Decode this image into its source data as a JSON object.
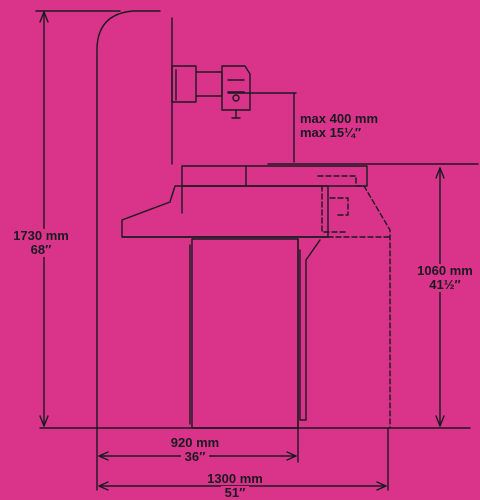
{
  "colors": {
    "background": "#d9338a",
    "ink": "#1a1a22"
  },
  "dimensions": {
    "total_height": {
      "metric": "1730 mm",
      "imperial": "68″"
    },
    "head_travel": {
      "metric": "max 400 mm",
      "imperial": "max 15¼″"
    },
    "table_height": {
      "metric": "1060 mm",
      "imperial": "41½″"
    },
    "base_width": {
      "metric": "920 mm",
      "imperial": "36″"
    },
    "total_width": {
      "metric": "1300 mm",
      "imperial": "51″"
    }
  }
}
